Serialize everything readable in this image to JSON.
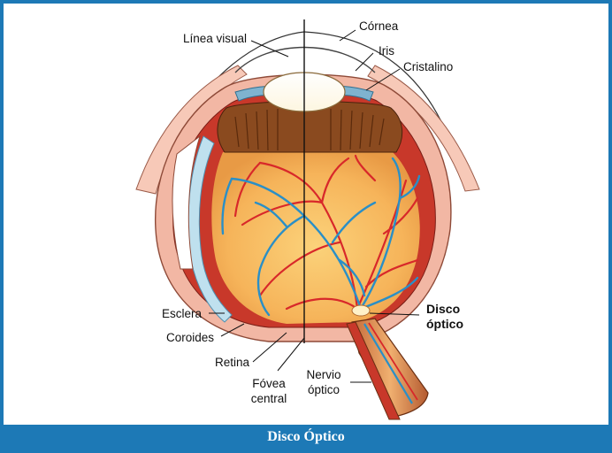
{
  "diagram": {
    "labels": {
      "linea_visual": "Línea visual",
      "cornea": "Córnea",
      "iris": "Iris",
      "cristalino": "Cristalino",
      "esclera": "Esclera",
      "coroides": "Coroides",
      "retina": "Retina",
      "fovea_line1": "Fóvea",
      "fovea_line2": "central",
      "nervio_line1": "Nervio",
      "nervio_line2": "óptico",
      "disco_line1": "Disco",
      "disco_line2": "óptico"
    }
  },
  "caption": "Disco Óptico",
  "colors": {
    "frame_blue": "#1d79b6",
    "sclera_pink": "#f2b7a4",
    "choroid_red": "#c8382a",
    "fundus_orange": "#f6b75a",
    "ciliary_brown": "#8a4a1f",
    "artery_red": "#d8282a",
    "vein_blue": "#2a8fc7"
  }
}
